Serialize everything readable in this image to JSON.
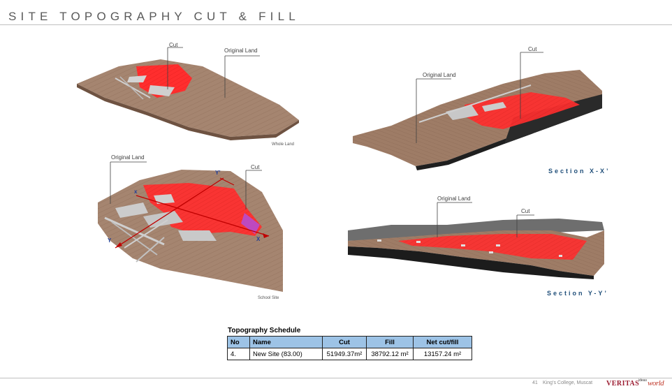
{
  "page": {
    "title": "SITE TOPOGRAPHY CUT & FILL"
  },
  "colors": {
    "terrain": "#a07f68",
    "terrain_dark": "#7a5b47",
    "cut": "#ff2a2a",
    "platform": "#c8c8c8",
    "section_text": "#1f4e79",
    "table_header": "#9dc3e6"
  },
  "views": {
    "whole_land": {
      "cut_label": "Cut",
      "original_label": "Original Land",
      "caption": "Whole Land"
    },
    "section_xx": {
      "cut_label": "Cut",
      "original_label": "Original Land",
      "caption": "Section  X-X’"
    },
    "school_site": {
      "cut_label": "Cut",
      "original_label": "Original Land",
      "caption": "School Site",
      "axis_y_prime": "Y’",
      "axis_x": "x",
      "axis_y": "Y",
      "axis_x2": "X"
    },
    "section_yy": {
      "cut_label": "Cut",
      "original_label": "Original Land",
      "caption": "Section  Y-Y’"
    }
  },
  "schedule": {
    "title": "Topography Schedule",
    "headers": [
      "No",
      "Name",
      "Cut",
      "Fill",
      "Net cut/fill"
    ],
    "rows": [
      [
        "4.",
        "New Site (83.00)",
        "51949.37m²",
        "38792.12  m²",
        "13157.24  m²"
      ]
    ]
  },
  "footer": {
    "page_number": "41",
    "client": "King’s College, Muscat",
    "brand": "VERITAS",
    "logo_small": "ideas",
    "logo_big": "world"
  }
}
